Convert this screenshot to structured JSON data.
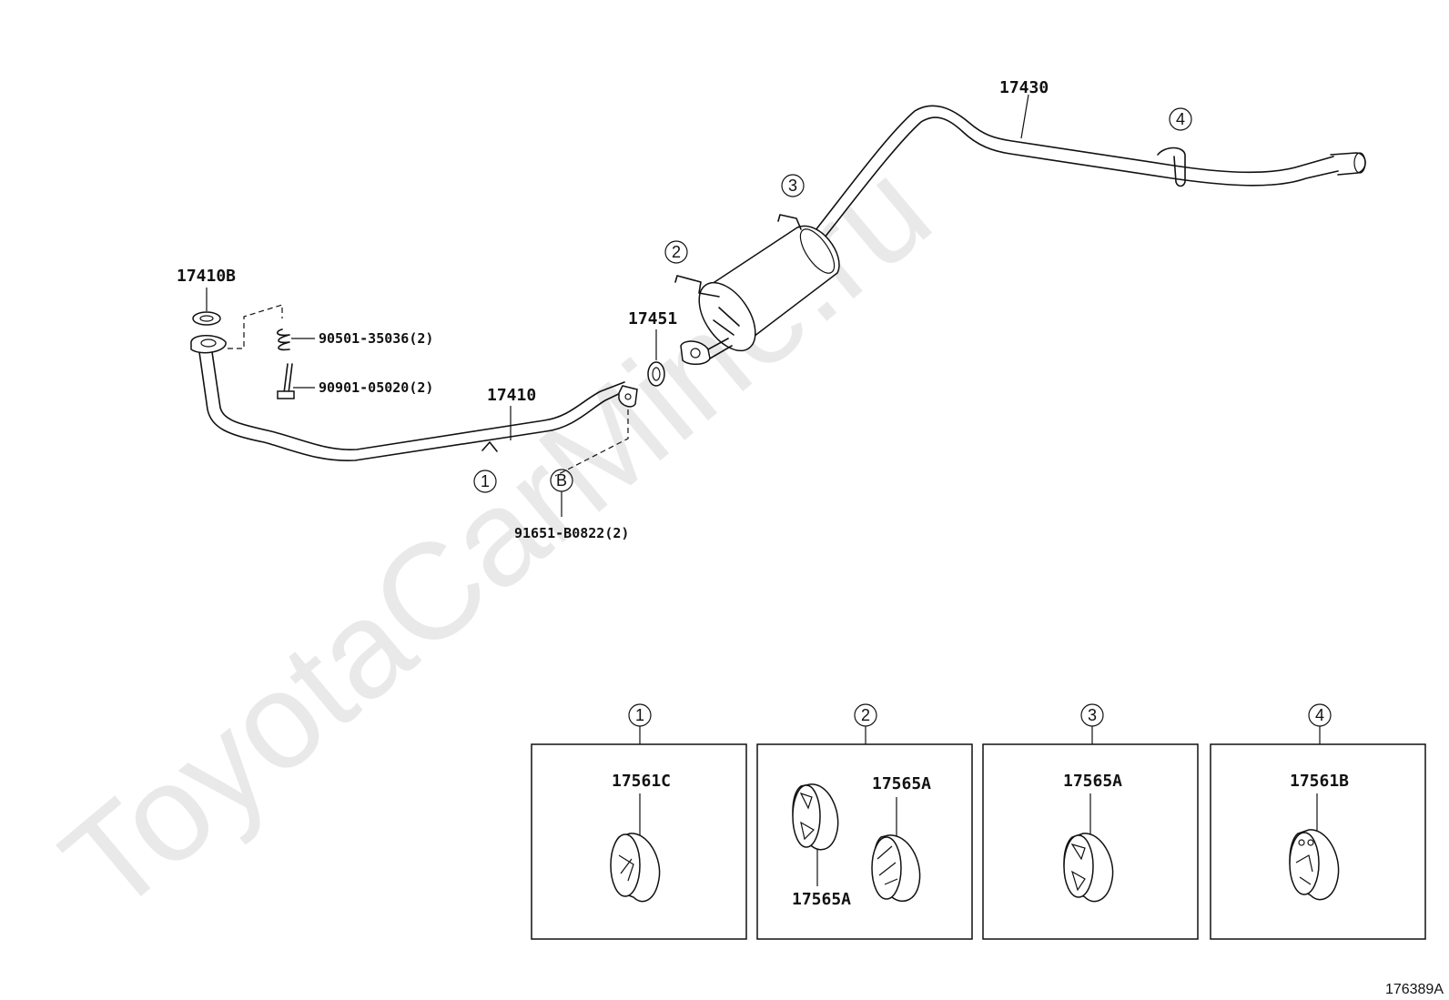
{
  "watermark": "ToyotaCarMine.ru",
  "diagram_ref": "176389A",
  "parts": {
    "p17430": "17430",
    "p17410B": "17410B",
    "p17451": "17451",
    "p17410": "17410",
    "p90501": "90501-35036(2)",
    "p90901": "90901-05020(2)",
    "p91651": "91651-B0822(2)"
  },
  "callouts": {
    "c1": "1",
    "c2": "2",
    "c3": "3",
    "c4": "4",
    "cB": "B"
  },
  "detail_boxes": [
    {
      "callout": "1",
      "labels": [
        "17561C"
      ]
    },
    {
      "callout": "2",
      "labels": [
        "17565A",
        "17565A"
      ]
    },
    {
      "callout": "3",
      "labels": [
        "17565A"
      ]
    },
    {
      "callout": "4",
      "labels": [
        "17561B"
      ]
    }
  ]
}
